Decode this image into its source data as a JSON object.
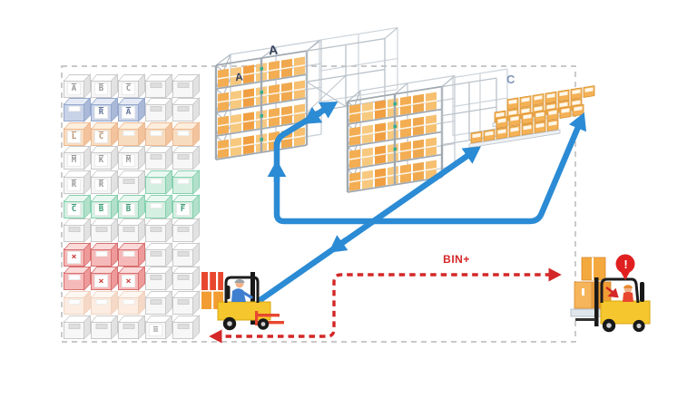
{
  "labels": {
    "rack_a_top": "A",
    "rack_a_front": "A",
    "rack_c": "C",
    "bin_route": "BIN+",
    "alert": "!"
  },
  "colors": {
    "route_blue": "#2b8bd4",
    "route_red": "#d42727",
    "boundary_gray": "#b5b5b5",
    "rack_box_orange": "#f3ad52",
    "forklift_yellow": "#f5c62d",
    "alert_red": "#e02020"
  },
  "bin_grid": {
    "columns": 5,
    "rows": [
      [
        {
          "color": "gray",
          "mark": "A"
        },
        {
          "color": "gray",
          "mark": "B"
        },
        {
          "color": "gray",
          "mark": "C"
        },
        {
          "color": "gray",
          "mark": ""
        },
        {
          "color": "gray",
          "mark": ""
        }
      ],
      [
        {
          "color": "blue",
          "mark": ""
        },
        {
          "color": "blue",
          "mark": "R"
        },
        {
          "color": "blue",
          "mark": "A"
        },
        {
          "color": "gray",
          "mark": ""
        },
        {
          "color": "gray",
          "mark": ""
        }
      ],
      [
        {
          "color": "orange",
          "mark": "L"
        },
        {
          "color": "orange",
          "mark": "C"
        },
        {
          "color": "orange",
          "mark": ""
        },
        {
          "color": "orange",
          "mark": ""
        },
        {
          "color": "orange",
          "mark": ""
        }
      ],
      [
        {
          "color": "gray",
          "mark": "M"
        },
        {
          "color": "gray",
          "mark": "K"
        },
        {
          "color": "gray",
          "mark": "M"
        },
        {
          "color": "gray",
          "mark": ""
        },
        {
          "color": "gray",
          "mark": ""
        }
      ],
      [
        {
          "color": "gray",
          "mark": "R"
        },
        {
          "color": "gray",
          "mark": "R"
        },
        {
          "color": "gray",
          "mark": ""
        },
        {
          "color": "teal",
          "mark": ""
        },
        {
          "color": "teal",
          "mark": ""
        }
      ],
      [
        {
          "color": "teal",
          "mark": "C"
        },
        {
          "color": "teal",
          "mark": "B"
        },
        {
          "color": "teal",
          "mark": "B"
        },
        {
          "color": "teal",
          "mark": ""
        },
        {
          "color": "teal",
          "mark": "F"
        }
      ],
      [
        {
          "color": "gray",
          "mark": ""
        },
        {
          "color": "gray",
          "mark": ""
        },
        {
          "color": "gray",
          "mark": ""
        },
        {
          "color": "gray",
          "mark": ""
        },
        {
          "color": "gray",
          "mark": ""
        }
      ],
      [
        {
          "color": "red",
          "mark": "×"
        },
        {
          "color": "red",
          "mark": ""
        },
        {
          "color": "red",
          "mark": ""
        },
        {
          "color": "gray",
          "mark": ""
        },
        {
          "color": "gray",
          "mark": ""
        }
      ],
      [
        {
          "color": "red",
          "mark": ""
        },
        {
          "color": "red",
          "mark": "×"
        },
        {
          "color": "red",
          "mark": "×"
        },
        {
          "color": "gray",
          "mark": ""
        },
        {
          "color": "gray",
          "mark": ""
        }
      ],
      [
        {
          "color": "peach",
          "mark": ""
        },
        {
          "color": "peach",
          "mark": ""
        },
        {
          "color": "peach",
          "mark": ""
        },
        {
          "color": "gray",
          "mark": ""
        },
        {
          "color": "gray",
          "mark": ""
        }
      ],
      [
        {
          "color": "gray",
          "mark": ""
        },
        {
          "color": "gray",
          "mark": ""
        },
        {
          "color": "gray",
          "mark": ""
        },
        {
          "color": "gray",
          "mark": "≡"
        },
        {
          "color": "gray",
          "mark": ""
        }
      ]
    ]
  }
}
